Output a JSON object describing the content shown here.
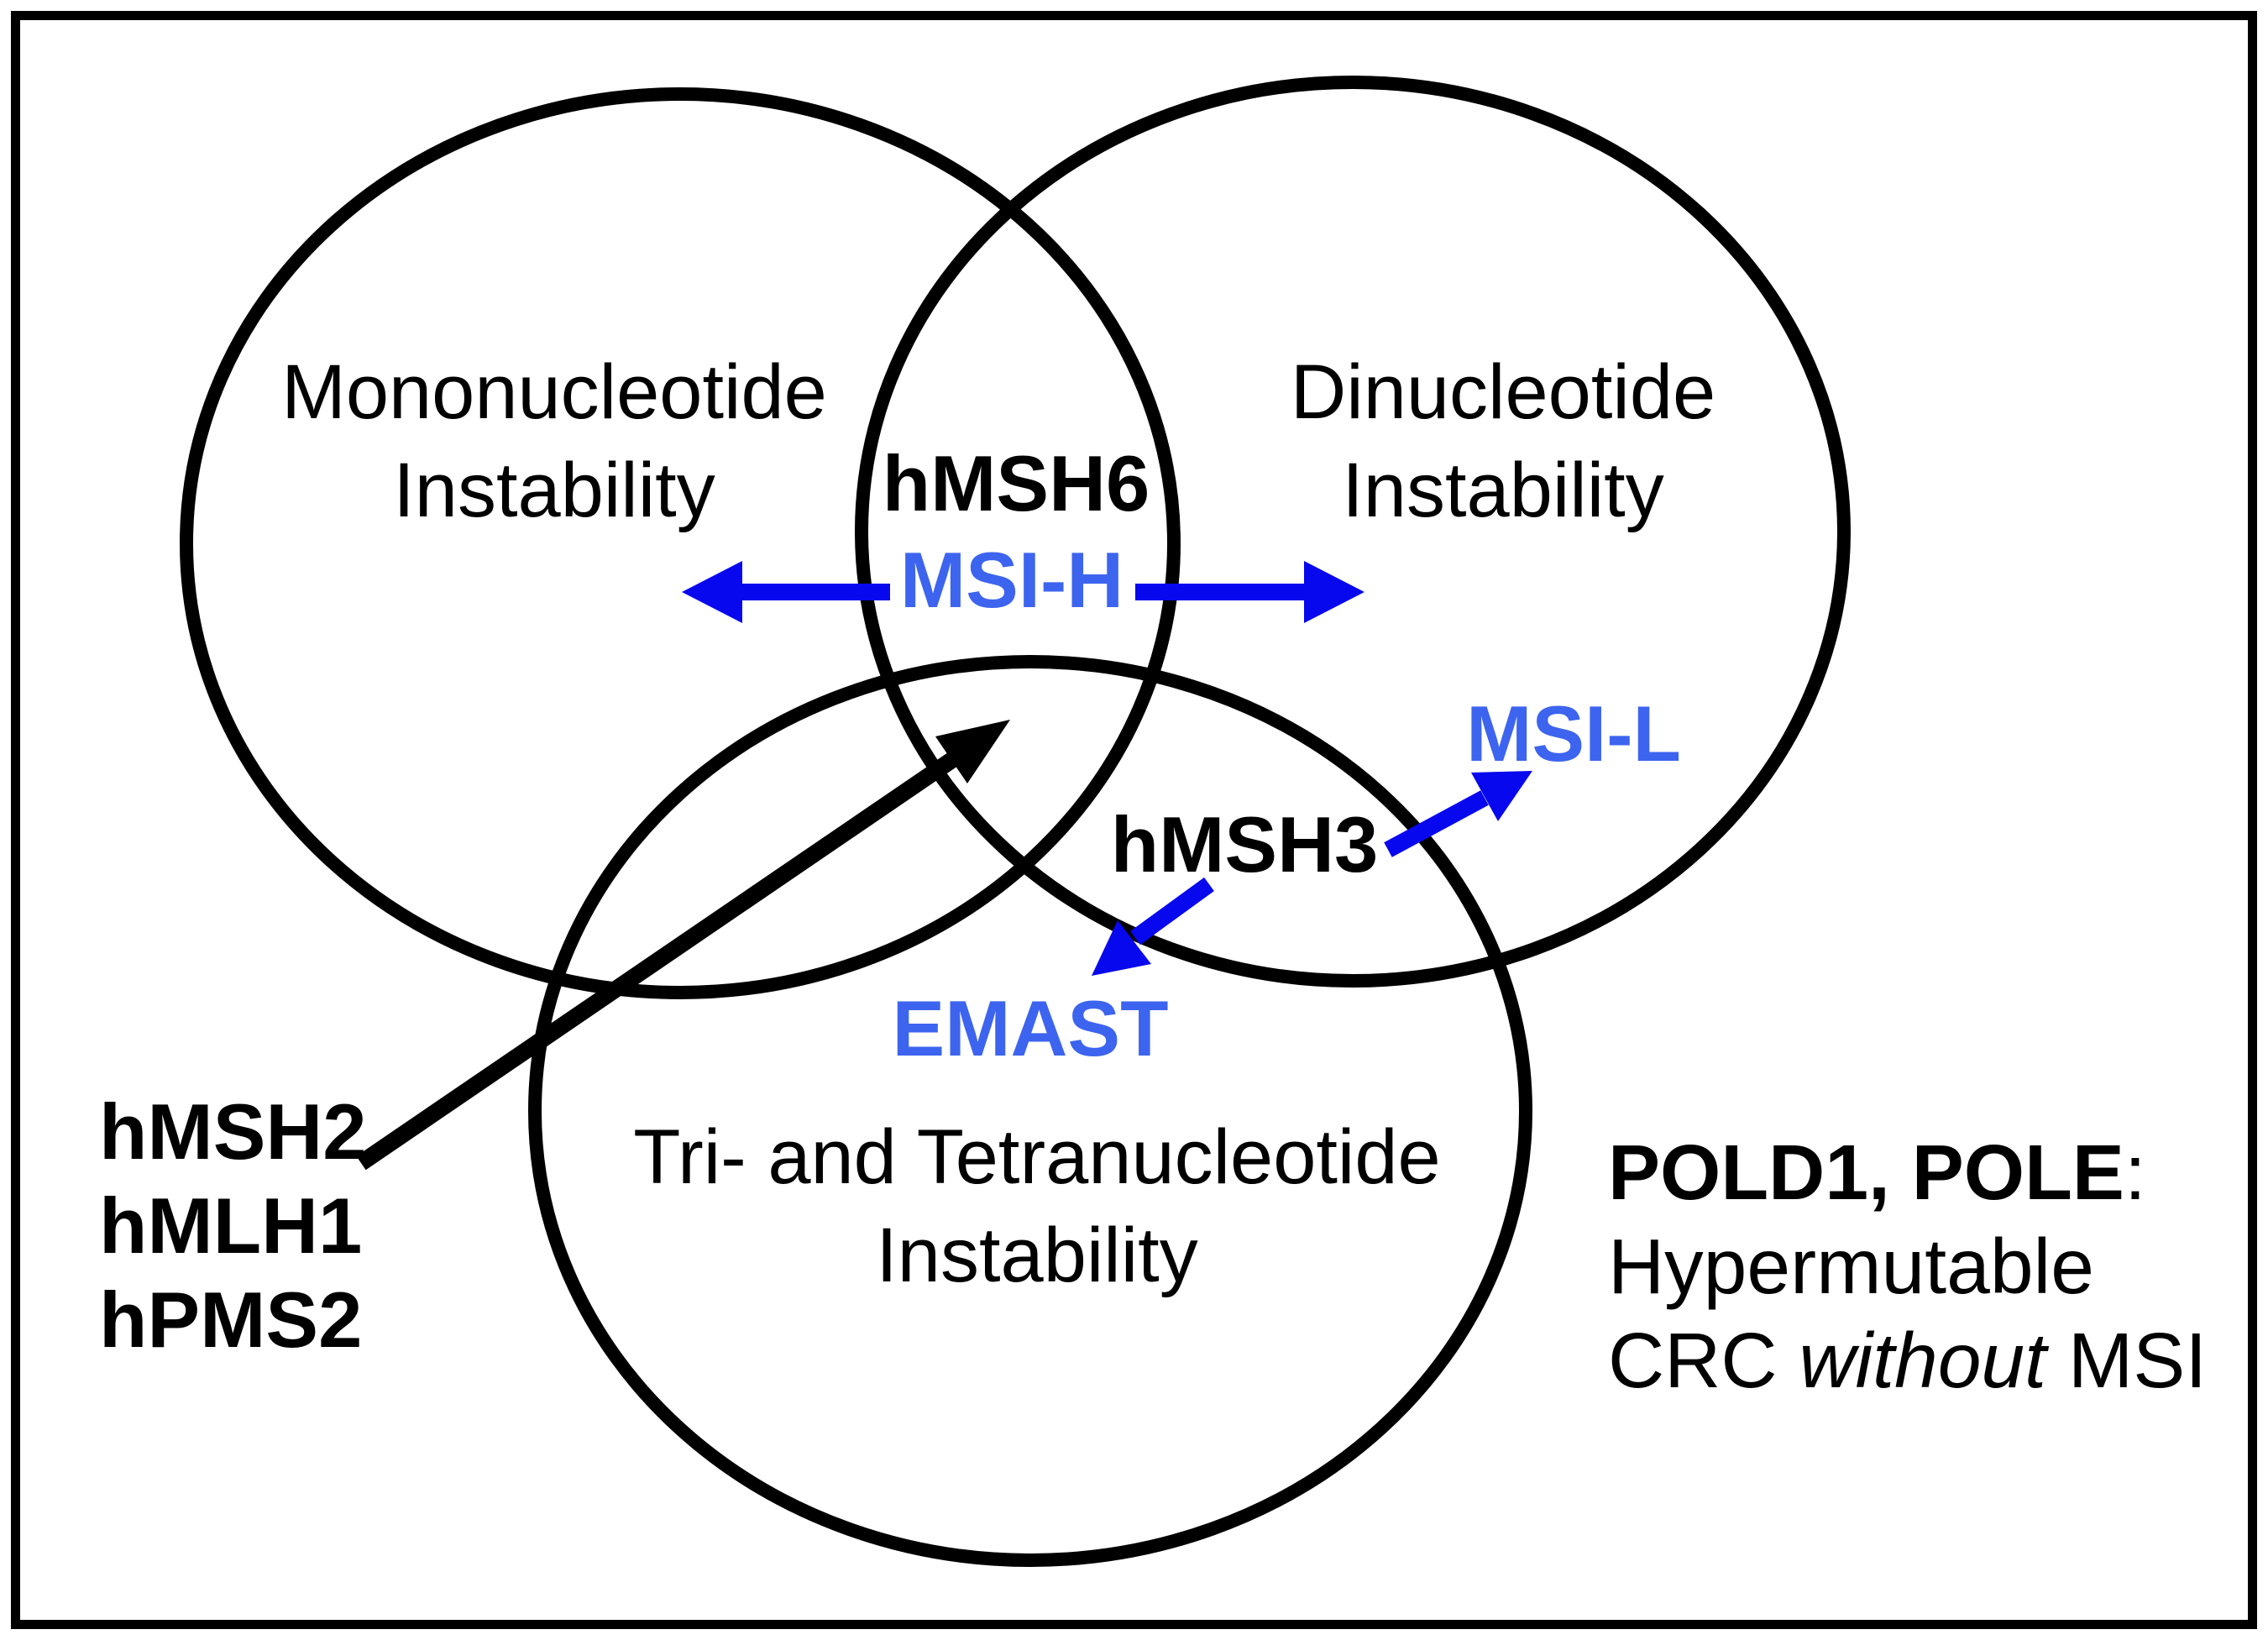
{
  "diagram": {
    "circles": [
      {
        "id": "mononucleotide",
        "label_line1": "Mononucleotide",
        "label_line2": "Instability"
      },
      {
        "id": "dinucleotide",
        "label_line1": "Dinucleotide",
        "label_line2": "Instability"
      },
      {
        "id": "tri_tetranucleotide",
        "label_line1": "Tri- and Tetranucleotide",
        "label_line2": "Instability"
      }
    ],
    "overlap_labels": {
      "hmsh6": "hMSH6",
      "msi_h": "MSI-H",
      "msi_l": "MSI-L",
      "hmsh3": "hMSH3",
      "emast": "EMAST"
    },
    "gene_list": {
      "line1": "hMSH2",
      "line2": "hMLH1",
      "line3": "hPMS2"
    },
    "side_note": {
      "bold_part": "POLD1, POLE",
      "colon": ":",
      "line2": "Hypermutable",
      "line3_prefix": "CRC ",
      "line3_italic": "without",
      "line3_suffix": " MSI"
    },
    "colors": {
      "outline": "#000000",
      "arrow_blue": "#0808EE",
      "label_blue": "#3D64EF",
      "background": "#FFFFFF"
    }
  }
}
